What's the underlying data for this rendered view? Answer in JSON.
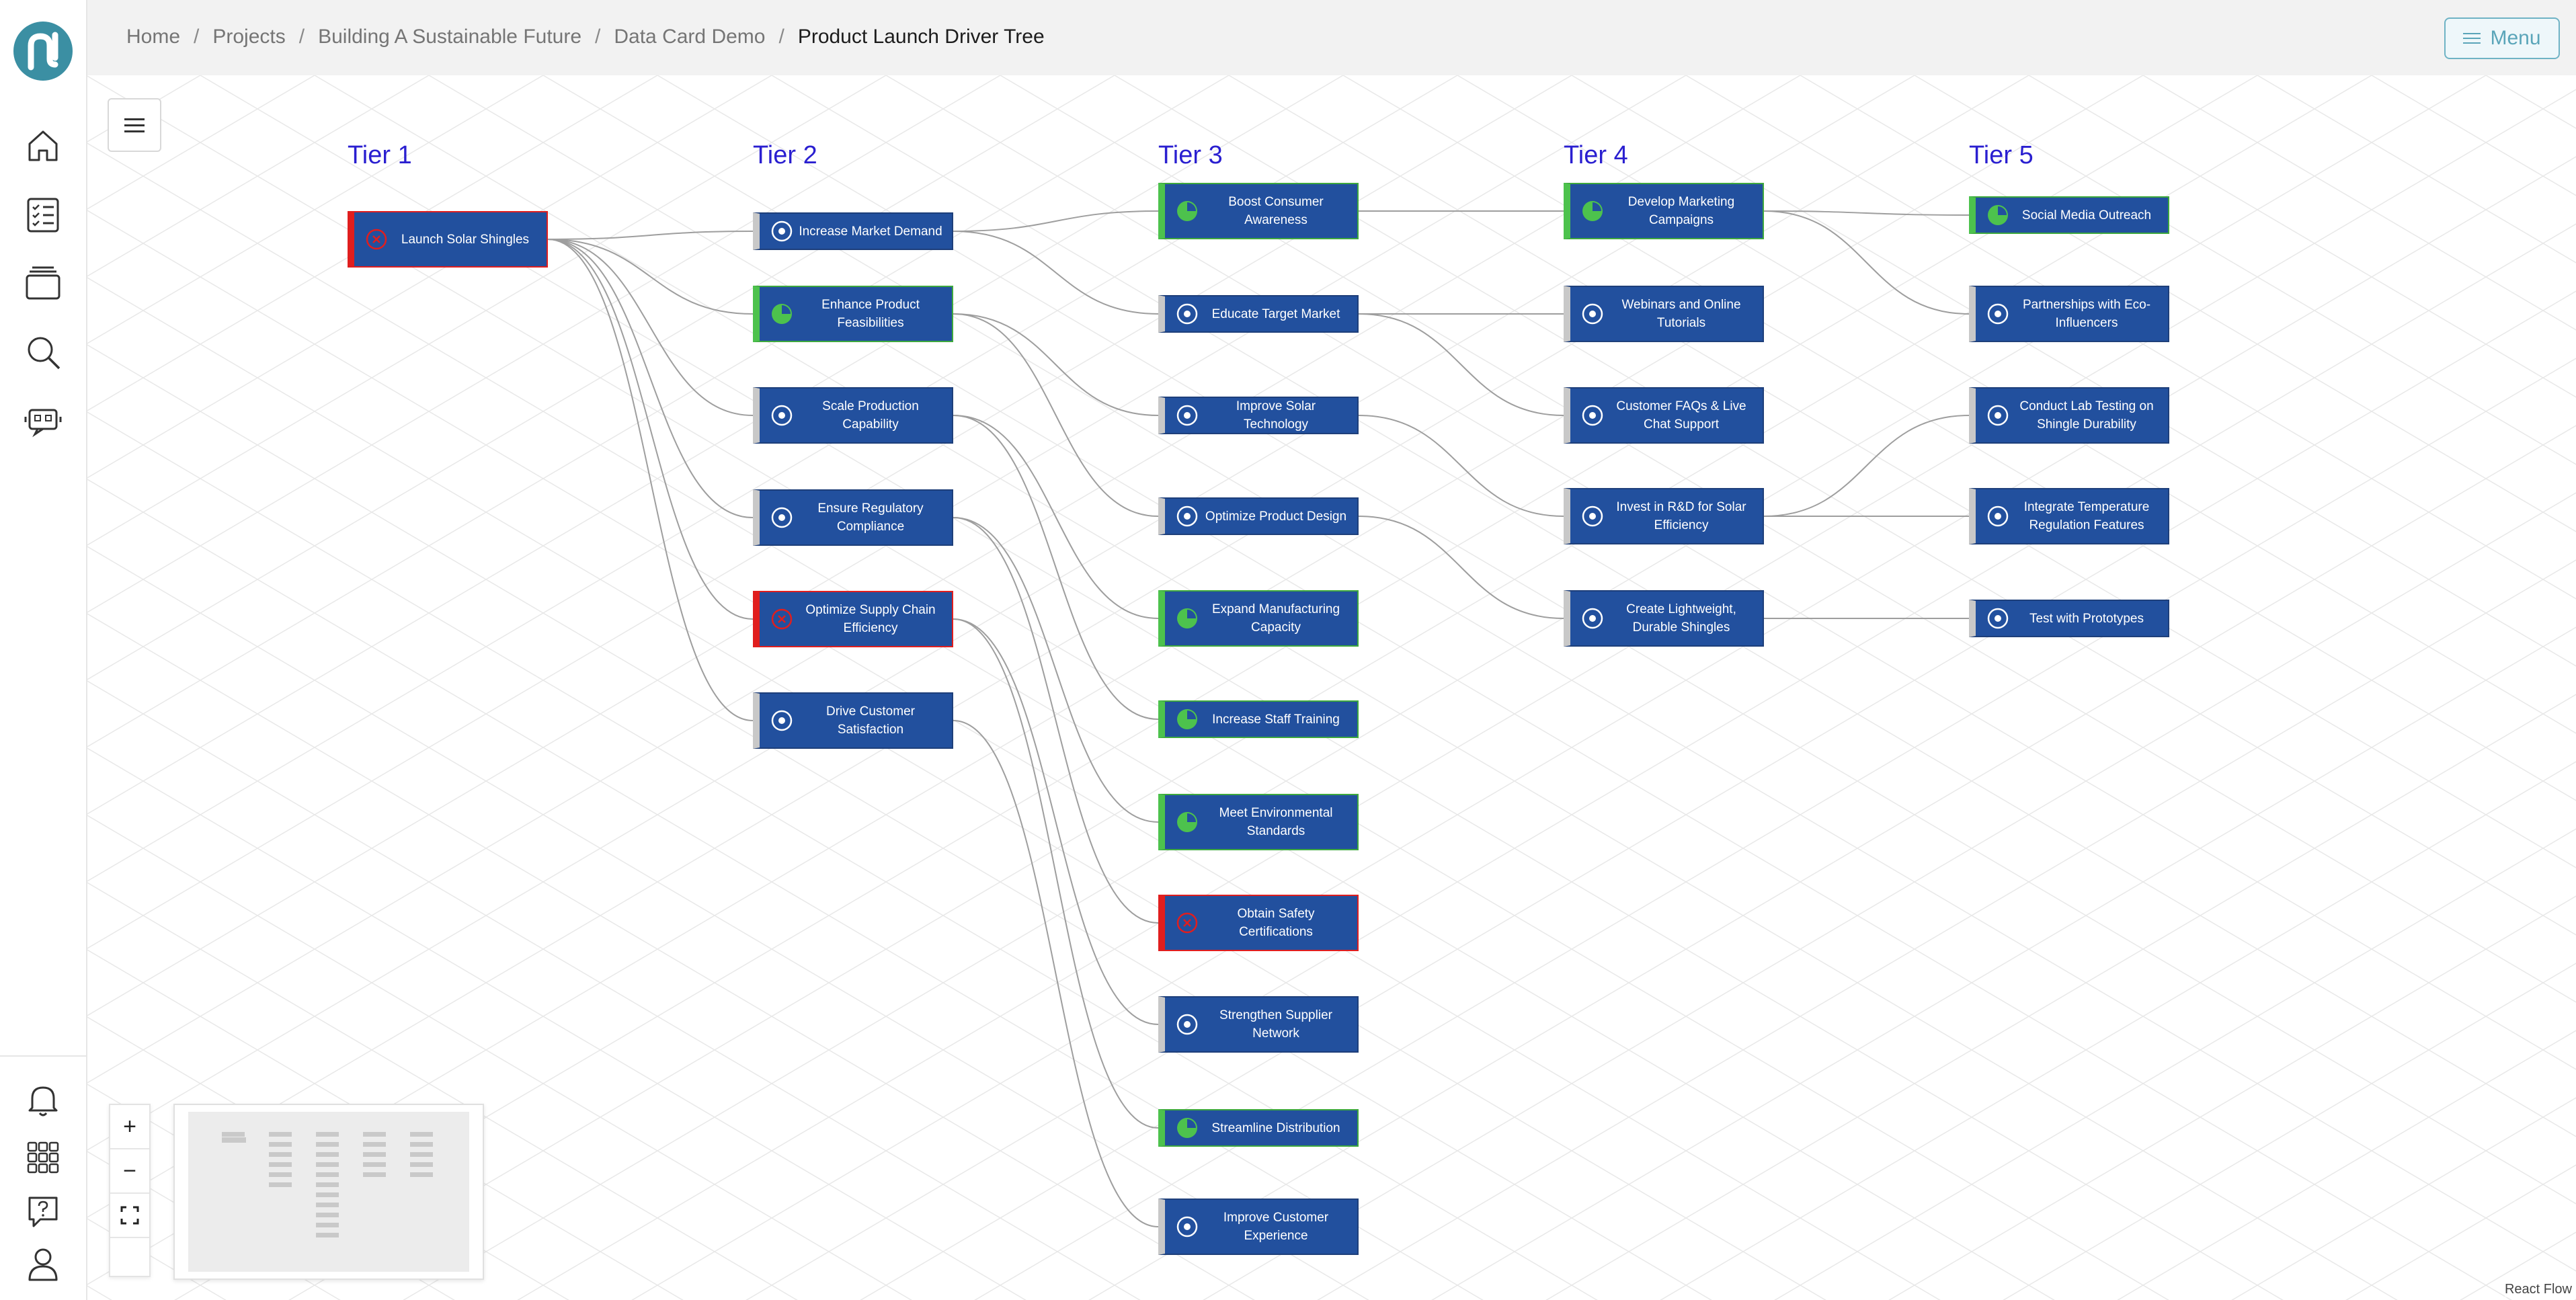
{
  "breadcrumb": {
    "items": [
      "Home",
      "Projects",
      "Building A Sustainable Future",
      "Data Card Demo"
    ],
    "current": "Product Launch Driver Tree"
  },
  "menu_button": {
    "label": "Menu"
  },
  "tiers": [
    "Tier 1",
    "Tier 2",
    "Tier 3",
    "Tier 4",
    "Tier 5"
  ],
  "colors": {
    "node_fill": "#22509e",
    "status_failed": "#e01e1e",
    "status_in_progress": "#4dc24d",
    "status_not_started": "#c8c8c8",
    "tier_label": "#2a1fd0"
  },
  "nodes": {
    "t1": [
      {
        "label": "Launch Solar Shingles",
        "status": "failed"
      }
    ],
    "t2": [
      {
        "label": "Increase Market Demand",
        "status": "not-started"
      },
      {
        "label": "Enhance Product Feasibilities",
        "status": "in-progress"
      },
      {
        "label": "Scale Production Capability",
        "status": "not-started"
      },
      {
        "label": "Ensure Regulatory Compliance",
        "status": "not-started"
      },
      {
        "label": "Optimize Supply Chain Efficiency",
        "status": "failed"
      },
      {
        "label": "Drive Customer Satisfaction",
        "status": "not-started"
      }
    ],
    "t3": [
      {
        "label": "Boost Consumer Awareness",
        "status": "in-progress"
      },
      {
        "label": "Educate Target Market",
        "status": "not-started"
      },
      {
        "label": "Improve Solar Technology",
        "status": "not-started"
      },
      {
        "label": "Optimize Product Design",
        "status": "not-started"
      },
      {
        "label": "Expand Manufacturing Capacity",
        "status": "in-progress"
      },
      {
        "label": "Increase Staff Training",
        "status": "in-progress"
      },
      {
        "label": "Meet Environmental Standards",
        "status": "in-progress"
      },
      {
        "label": "Obtain Safety Certifications",
        "status": "failed"
      },
      {
        "label": "Strengthen Supplier Network",
        "status": "not-started"
      },
      {
        "label": "Streamline Distribution",
        "status": "in-progress"
      },
      {
        "label": "Improve Customer Experience",
        "status": "not-started"
      }
    ],
    "t4": [
      {
        "label": "Develop Marketing Campaigns",
        "status": "in-progress"
      },
      {
        "label": "Webinars and Online Tutorials",
        "status": "not-started"
      },
      {
        "label": "Customer FAQs & Live Chat Support",
        "status": "not-started"
      },
      {
        "label": "Invest in R&D for Solar Efficiency",
        "status": "not-started"
      },
      {
        "label": "Create Lightweight, Durable Shingles",
        "status": "not-started"
      }
    ],
    "t5": [
      {
        "label": "Social Media Outreach",
        "status": "in-progress"
      },
      {
        "label": "Partnerships with Eco-Influencers",
        "status": "not-started"
      },
      {
        "label": "Conduct Lab Testing on Shingle Durability",
        "status": "not-started"
      },
      {
        "label": "Integrate Temperature Regulation Features",
        "status": "not-started"
      },
      {
        "label": "Test with Prototypes",
        "status": "not-started"
      }
    ]
  },
  "controls": {
    "zoom_in": "+",
    "zoom_out": "−"
  },
  "attribution": "React Flow"
}
